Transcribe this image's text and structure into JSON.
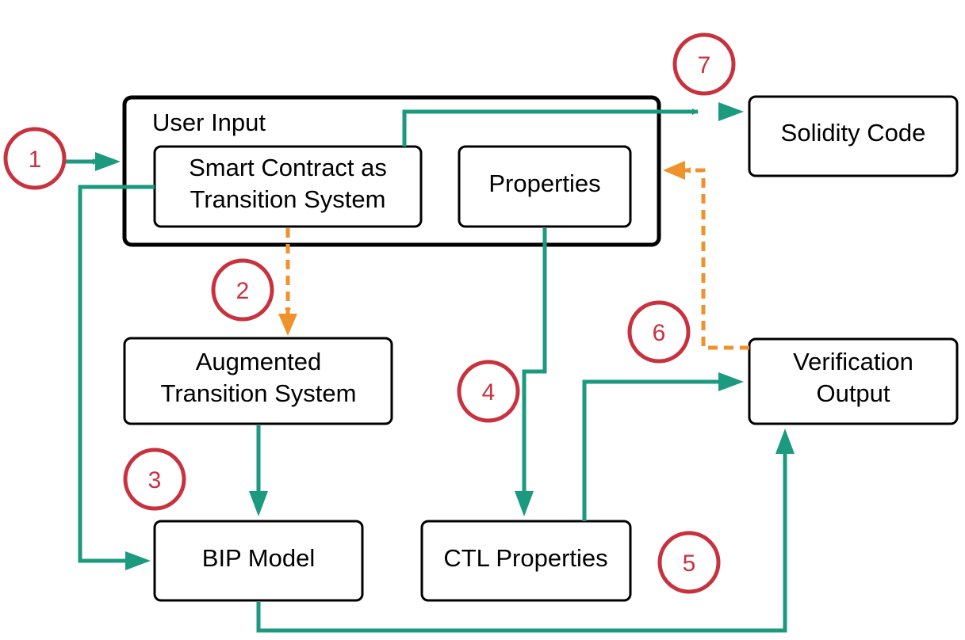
{
  "nodes": {
    "user_input": "User Input",
    "smart_contract_line1": "Smart Contract as",
    "smart_contract_line2": "Transition System",
    "properties": "Properties",
    "solidity_code": "Solidity Code",
    "augmented_line1": "Augmented",
    "augmented_line2": "Transition System",
    "bip_model": "BIP Model",
    "ctl_properties": "CTL Properties",
    "verification_line1": "Verification",
    "verification_line2": "Output"
  },
  "steps": [
    "1",
    "2",
    "3",
    "4",
    "5",
    "6",
    "7"
  ],
  "colors": {
    "teal_arrow": "#1b9a80",
    "orange_dashed_arrow": "#f0922b",
    "step_circle": "#c8323e",
    "box_border": "#000000"
  }
}
